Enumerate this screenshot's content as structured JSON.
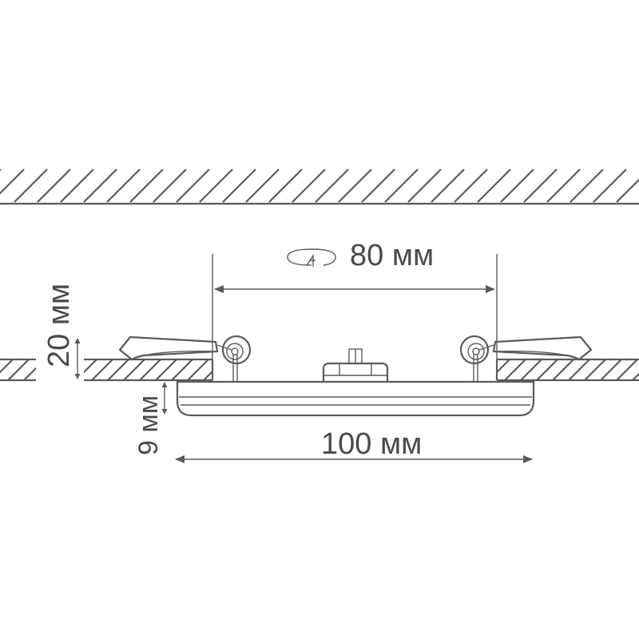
{
  "diagram": {
    "cutout_label": "80 мм",
    "diameter_label": "100 мм",
    "depth_label": "20 мм",
    "height_label": "9 мм",
    "line_color": "#5a5a5a"
  }
}
